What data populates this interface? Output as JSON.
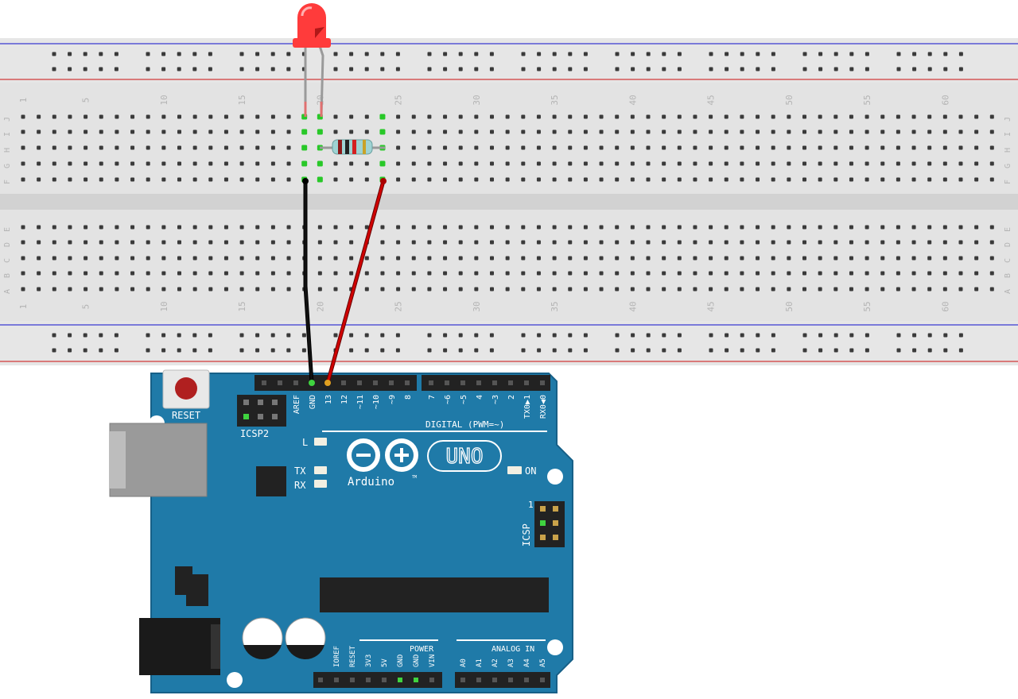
{
  "breadboard": {
    "column_numbers": [
      "1",
      "5",
      "10",
      "15",
      "20",
      "25",
      "30",
      "35",
      "40",
      "45",
      "50",
      "55",
      "60"
    ],
    "column_values": [
      1,
      5,
      10,
      15,
      20,
      25,
      30,
      35,
      40,
      45,
      50,
      55,
      60
    ],
    "row_letters_top": [
      "J",
      "I",
      "H",
      "G",
      "F"
    ],
    "row_letters_bottom": [
      "E",
      "D",
      "C",
      "B",
      "A"
    ]
  },
  "led": {
    "name": "LED",
    "color": "#ff3b3b"
  },
  "resistor": {
    "band_colors": [
      "#8b1a1a",
      "#222222",
      "#d42020",
      "#c9a227"
    ]
  },
  "wires": [
    {
      "name": "black-wire",
      "color": "#111111"
    },
    {
      "name": "red-wire",
      "color": "#d00000"
    }
  ],
  "arduino": {
    "board_color": "#1f7aa8",
    "reset_label": "RESET",
    "icsp2_label": "ICSP2",
    "icsp_label": "ICSP",
    "icsp_pin1": "1",
    "digital_title": "DIGITAL (PWM=~)",
    "digital_pins_left": [
      "AREF",
      "GND",
      "13",
      "12",
      "~11",
      "~10",
      "~9",
      "8"
    ],
    "digital_pins_right": [
      "7",
      "~6",
      "~5",
      "4",
      "~3",
      "2",
      "TX0▶1",
      "RX0◀0"
    ],
    "led_l": "L",
    "led_tx": "TX",
    "led_rx": "RX",
    "led_on": "ON",
    "logo_text": "Arduino",
    "trademark": "TM",
    "model": "UNO",
    "power_title": "POWER",
    "power_pins": [
      "IOREF",
      "RESET",
      "3V3",
      "5V",
      "GND",
      "GND",
      "VIN"
    ],
    "analog_title": "ANALOG IN",
    "analog_pins": [
      "A0",
      "A1",
      "A2",
      "A3",
      "A4",
      "A5"
    ]
  }
}
